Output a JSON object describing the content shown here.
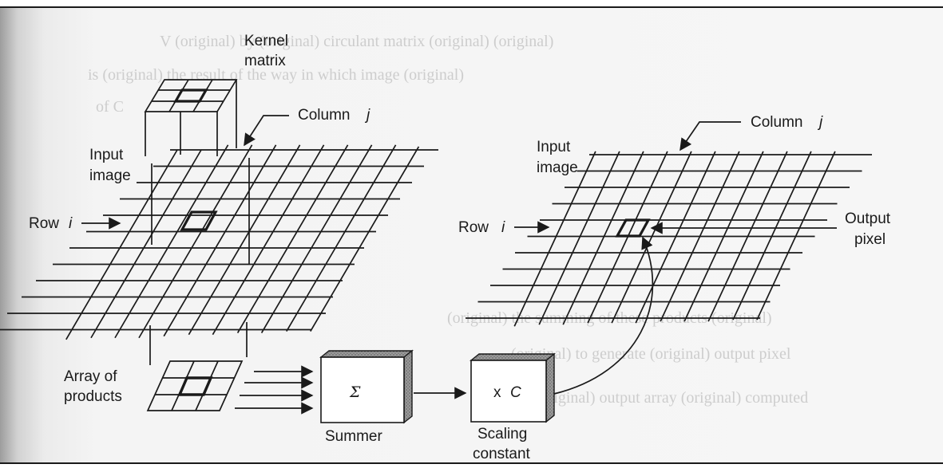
{
  "labels": {
    "kernel_matrix_line1": "Kernel",
    "kernel_matrix_line2": "matrix",
    "column_prefix": "Column",
    "column_var": "j",
    "input_image_line1": "Input",
    "input_image_line2": "image",
    "row_prefix": "Row",
    "row_var": "i",
    "output_pixel_line1": "Output",
    "output_pixel_line2": "pixel",
    "array_of_products_line1": "Array of",
    "array_of_products_line2": "products",
    "sigma": "Σ",
    "summer": "Summer",
    "scale_x": "x",
    "scale_var": "C",
    "scaling_line1": "Scaling",
    "scaling_line2": "constant"
  },
  "colors": {
    "ink": "#1a1a1a",
    "box_shade": "#8a8a8a",
    "ghost_text": "#c7c7c7"
  }
}
